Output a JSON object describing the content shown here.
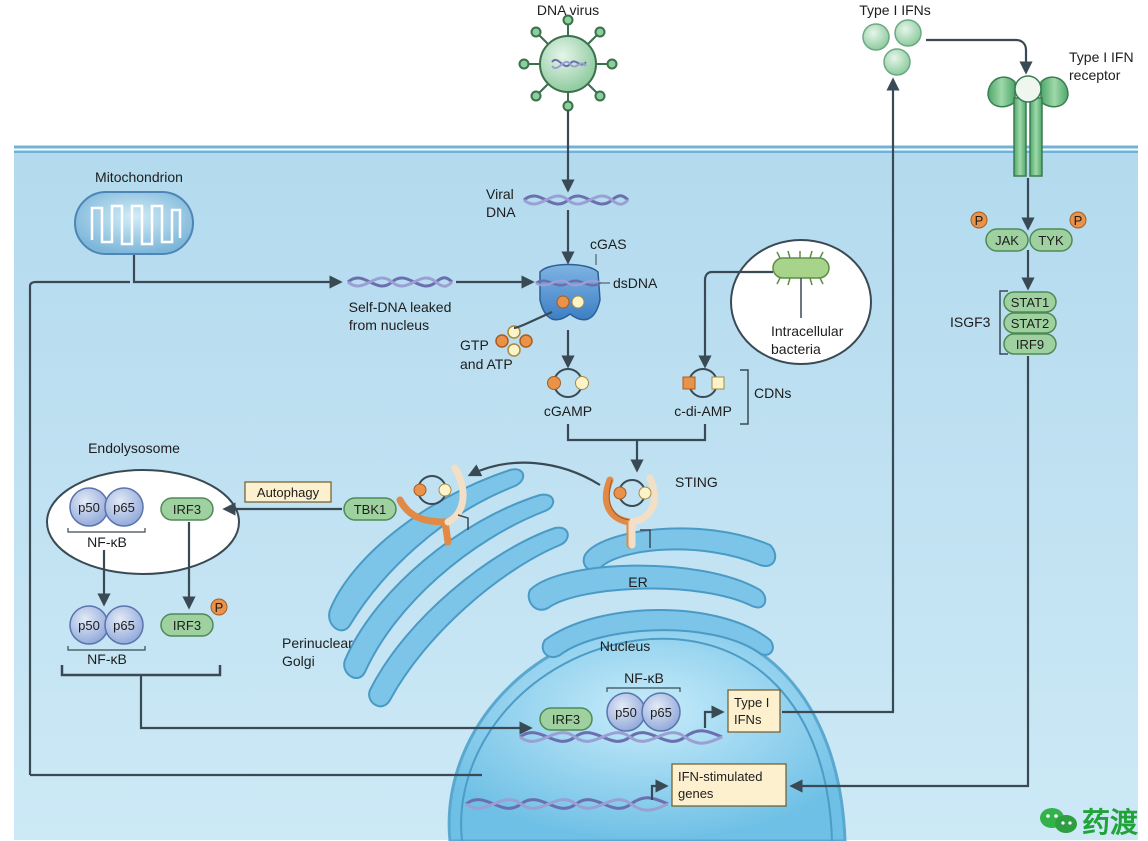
{
  "labels": {
    "dna_virus": "DNA virus",
    "type1_ifns_top": "Type I IFNs",
    "receptor_1": "Type I IFN",
    "receptor_2": "receptor",
    "mitochondrion": "Mitochondrion",
    "viral_dna_1": "Viral",
    "viral_dna_2": "DNA",
    "cgas": "cGAS",
    "dsdna": "dsDNA",
    "self_dna_1": "Self-DNA leaked",
    "self_dna_2": "from nucleus",
    "gtp_1": "GTP",
    "gtp_2": "and ATP",
    "bacteria_1": "Intracellular",
    "bacteria_2": "bacteria",
    "cgamp": "cGAMP",
    "cdiamp": "c-di-AMP",
    "cdns": "CDNs",
    "sting": "STING",
    "endolysosome": "Endolysosome",
    "autophagy": "Autophagy",
    "tbk1": "TBK1",
    "irf3": "IRF3",
    "p50": "p50",
    "p65": "p65",
    "nfkb": "NF-κB",
    "er": "ER",
    "golgi_1": "Perinuclear",
    "golgi_2": "Golgi",
    "nucleus": "Nucleus",
    "type1_box_1": "Type I",
    "type1_box_2": "IFNs",
    "isg_box_1": "IFN-stimulated",
    "isg_box_2": "genes",
    "jak": "JAK",
    "tyk": "TYK",
    "p": "P",
    "isgf3": "ISGF3",
    "stat1": "STAT1",
    "stat2": "STAT2",
    "irf9": "IRF9",
    "watermark": "药渡"
  },
  "colors": {
    "cytoplasm": "#bfe1f1",
    "membrane": "#5aa8cf",
    "nucleus": "#8fd0ec",
    "pill": "#9fd0a0",
    "box": "#fdf0cf",
    "orange": "#e8924a",
    "dna_a": "#6b6fae",
    "dna_b": "#9aa0d3"
  }
}
